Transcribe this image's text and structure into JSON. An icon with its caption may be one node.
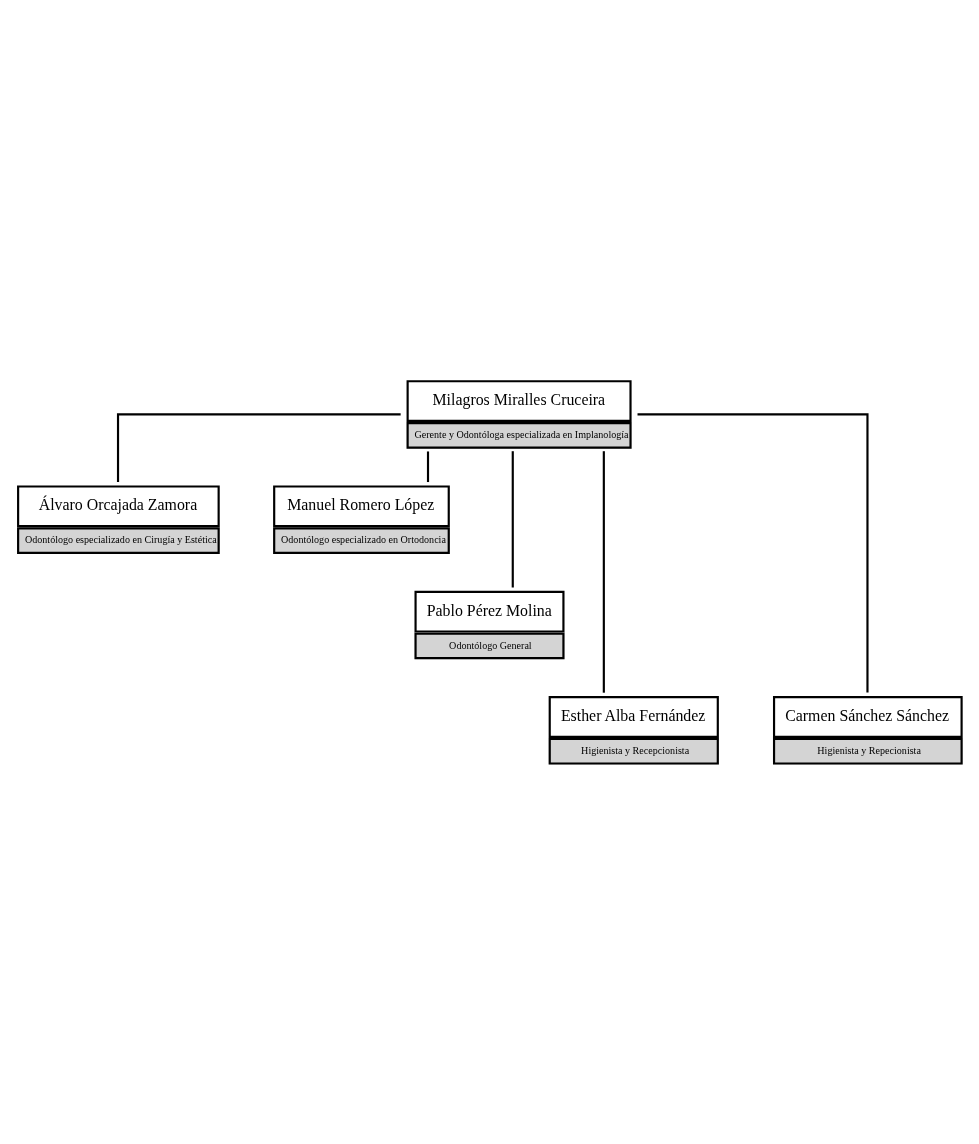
{
  "diagram": {
    "nodes": [
      {
        "text": [
          "Milagros Miralles Cruceira",
          "Gerente y Odontóloga especializada en Implanología"
        ]
      },
      {
        "text": [
          "Álvaro Orcajada Zamora",
          "Odontólogo especializado en Cirugía y Estética"
        ]
      },
      {
        "text": [
          "Manuel Romero López",
          "Odontólogo especializado en Ortodoncia"
        ]
      },
      {
        "text": [
          "Pablo Pérez Molina",
          "Odontólogo General"
        ]
      },
      {
        "text": [
          "Esther Alba Fernández",
          "Higienista y Recepcionista"
        ]
      },
      {
        "text": [
          "Carmen Sánchez Sánchez",
          "Higienista y Repecionista"
        ]
      }
    ],
    "edges": [
      {
        "from": 0,
        "to": 1,
        "arrow": "none"
      },
      {
        "from": 0,
        "to": 2,
        "arrow": "none"
      },
      {
        "from": 0,
        "to": 3,
        "arrow": "none"
      },
      {
        "from": 0,
        "to": 4,
        "arrow": "none"
      },
      {
        "from": 0,
        "to": 5,
        "arrow": "none"
      }
    ]
  }
}
